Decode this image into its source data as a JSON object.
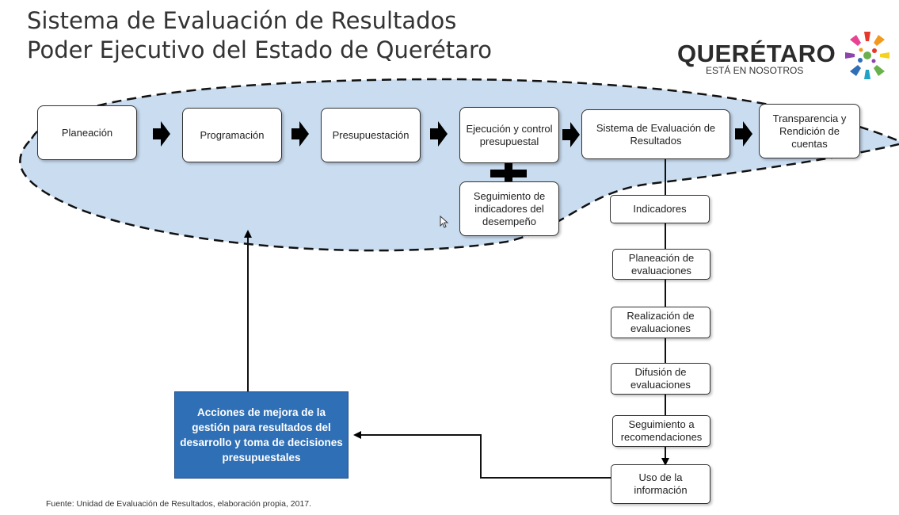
{
  "title": {
    "line1": "Sistema de Evaluación de Resultados",
    "line2": "Poder Ejecutivo del Estado de Querétaro"
  },
  "logo": {
    "name": "QUERÉTARO",
    "tagline": "ESTÁ EN NOSOTROS",
    "colors": [
      "#e5392b",
      "#f29a1f",
      "#f4d21f",
      "#6ab04c",
      "#1fa3c6",
      "#2f6fb5",
      "#8e44ad",
      "#e84393"
    ]
  },
  "process": {
    "steps": [
      {
        "label": "Planeación"
      },
      {
        "label": "Programación"
      },
      {
        "label": "Presupuestación"
      },
      {
        "label": "Ejecución y control presupuestal"
      },
      {
        "label": "Sistema de Evaluación de Resultados"
      },
      {
        "label": "Transparencia y Rendición de cuentas"
      }
    ],
    "addon": "Seguimiento de indicadores del desempeño"
  },
  "evaluation_chain": [
    {
      "label": "Indicadores"
    },
    {
      "label": "Planeación de evaluaciones"
    },
    {
      "label": "Realización de evaluaciones"
    },
    {
      "label": "Difusión de evaluaciones"
    },
    {
      "label": "Seguimiento a recomendaciones"
    },
    {
      "label": "Uso de la información"
    }
  ],
  "feedback_box": "Acciones de mejora de la gestión para resultados del desarrollo y toma de decisiones presupuestales",
  "source": "Fuente: Unidad de Evaluación de Resultados, elaboración propia, 2017.",
  "colors": {
    "cloud_fill": "#c9dcf0",
    "feedback_box": "#2f6fb5"
  }
}
